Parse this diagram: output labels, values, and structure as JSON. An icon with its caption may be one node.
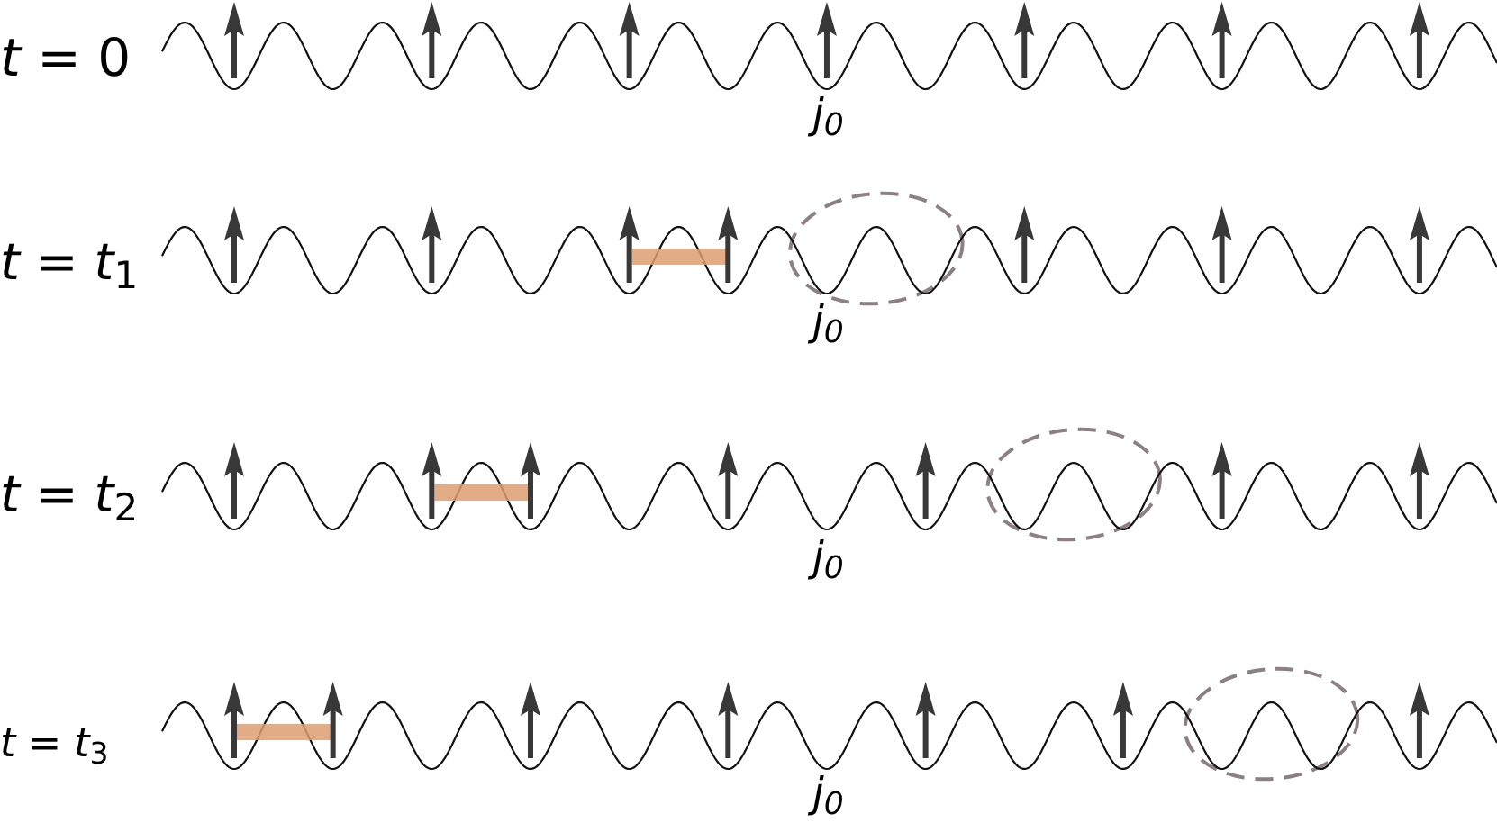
{
  "diagram": {
    "labels": [
      "*t* = 0",
      "j$_{0}$",
      "*t* = *t*$_{1}$",
      "j$_{0}$",
      "*t* = *t*$_{2}$",
      "j$_{0}$",
      "*t* = *t*$_{3}$",
      "j$_{0}$"
    ]
  }
}
